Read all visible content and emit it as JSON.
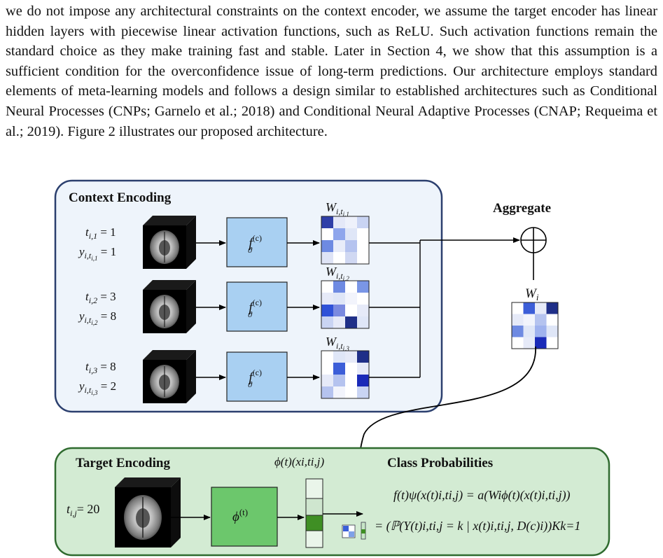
{
  "paragraph": "we do not impose any architectural constraints on the context encoder, we assume the target encoder has linear hidden layers with piecewise linear activation functions, such as ReLU. Such activation functions remain the standard choice as they make training fast and stable. Later in Section 4, we show that this assumption is a sufficient condition for the overconfidence issue of long-term predictions. Our architecture employs standard elements of meta-learning models and follows a design similar to established architectures such as Conditional Neural Processes (CNPs; Garnelo et al.; 2018) and Conditional Neural Adaptive Processes (CNAP; Requeima et al.; 2019). Figure 2 illustrates our proposed architecture.",
  "figure": {
    "context_title": "Context Encoding",
    "aggregate_label": "Aggregate",
    "target_title": "Target Encoding",
    "class_title": "Class Probabilities",
    "context_rows": [
      {
        "t_label": "t",
        "t_sub": "i,1",
        "t_value": "= 1",
        "y_label": "y",
        "y_sub": "i,t",
        "y_subsub": "i,1",
        "y_value": "= 1",
        "encoder_label": "f",
        "weight_label": "W",
        "weight_sub": "i,t",
        "weight_subsub": "i,1"
      },
      {
        "t_label": "t",
        "t_sub": "i,2",
        "t_value": "= 3",
        "y_label": "y",
        "y_sub": "i,t",
        "y_subsub": "i,2",
        "y_value": "= 8",
        "encoder_label": "f",
        "weight_label": "W",
        "weight_sub": "i,t",
        "weight_subsub": "i,2"
      },
      {
        "t_label": "t",
        "t_sub": "i,3",
        "t_value": "= 8",
        "y_label": "y",
        "y_sub": "i,t",
        "y_subsub": "i,3",
        "y_value": "= 2",
        "encoder_label": "f",
        "weight_label": "W",
        "weight_sub": "i,t",
        "weight_subsub": "i,3"
      }
    ],
    "encoder_sup": "(c)",
    "encoder_sub": "ϑ",
    "aggregate_weight_label": "W",
    "aggregate_weight_sub": "i",
    "target_t_label": "t",
    "target_t_sub": "i,j",
    "target_t_value": "= 20",
    "phi_box_label": "ϕ",
    "phi_box_sup": "(t)",
    "phi_vec_label": "ϕ(t)(xi,ti,j)",
    "formula_line1": "f(t)ψ(x(t)i,ti,j) = a(Wiϕ(t)(x(t)i,ti,j))",
    "formula_line2": "= (ℙ(Y(t)i,ti,j = k | x(t)i,ti,j, D(c)i))Kk=1",
    "colors": {
      "context_panel_fill": "#eef4fb",
      "context_panel_stroke": "#2b3f6e",
      "encoder_fill": "#a9d0f2",
      "target_panel_fill": "#d3ebd3",
      "target_panel_stroke": "#2f6b2f",
      "phi_fill": "#6cc76c"
    }
  }
}
